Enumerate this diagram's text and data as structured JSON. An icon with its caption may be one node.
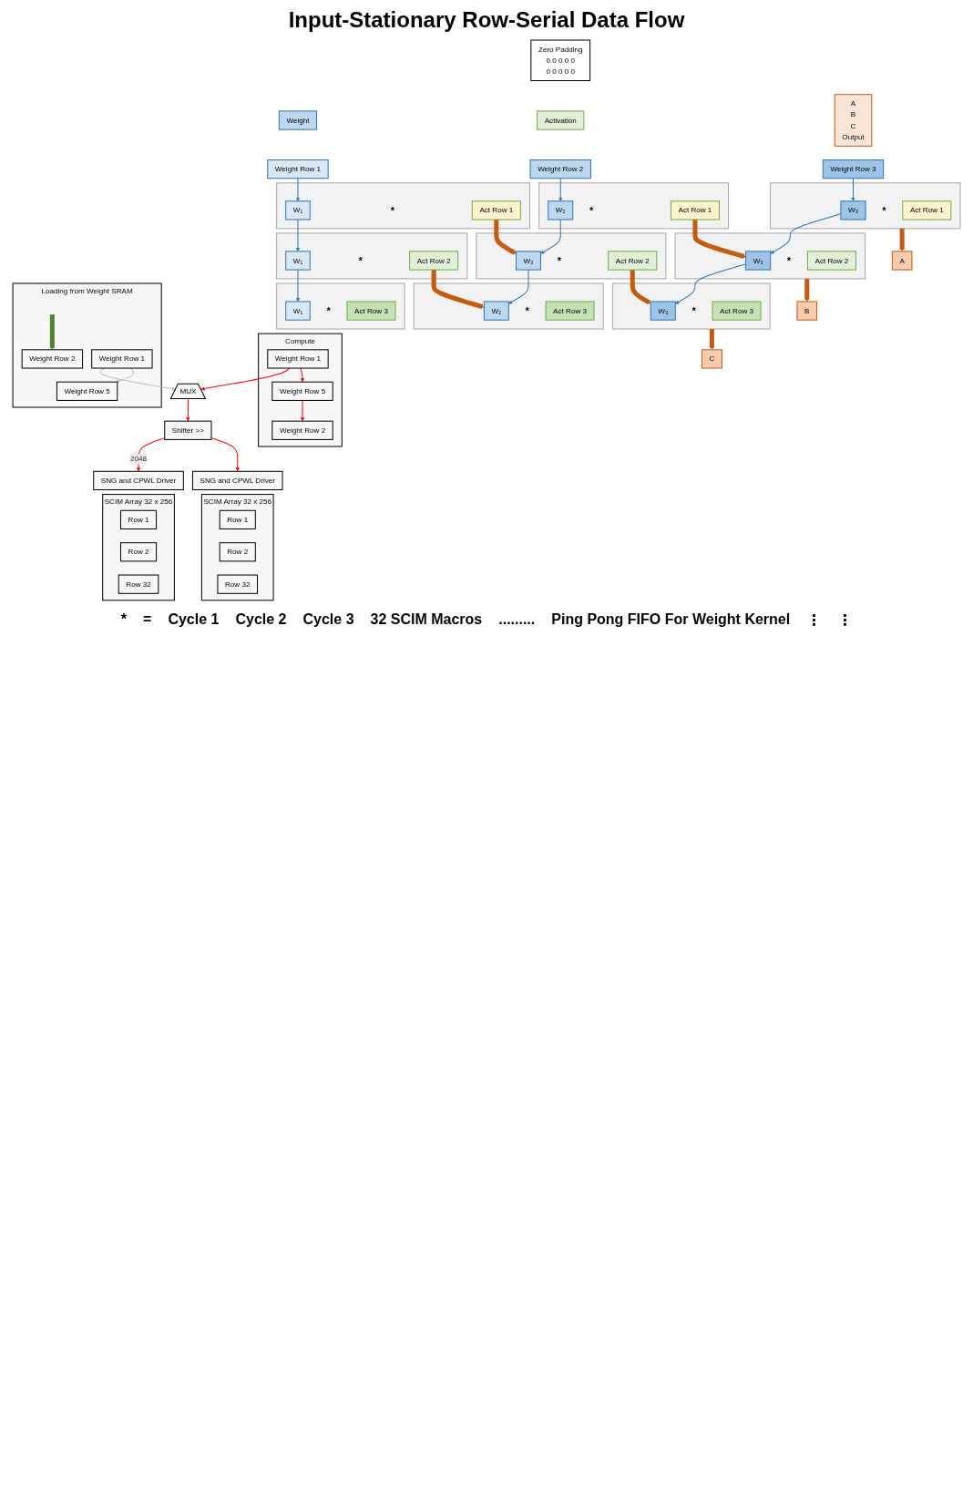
{
  "diagram": {
    "title": "Input-Stationary Row-Serial Data Flow",
    "nodes": [
      {
        "text": [
          "Weight"
        ]
      },
      {
        "text": [
          "Zero Padding",
          "0 0 0 0 0",
          "0 0 0 0 0"
        ]
      },
      {
        "text": [
          "Activation"
        ]
      },
      {
        "text": [
          "A",
          "B",
          "C",
          "Output"
        ]
      },
      {
        "text": [
          "Weight Row 1"
        ]
      },
      {
        "text": [
          "Weight Row 2"
        ]
      },
      {
        "text": [
          "Weight Row 3"
        ]
      },
      {
        "text": [],
        "shape": "box"
      },
      {
        "text": [
          "W₁"
        ],
        "in": 7
      },
      {
        "text": [
          "*"
        ],
        "in": 7
      },
      {
        "text": [
          "Act Row 1"
        ],
        "in": 7
      },
      {
        "text": [],
        "shape": "box"
      },
      {
        "text": [
          "W₂"
        ],
        "in": 11
      },
      {
        "text": [
          "*"
        ],
        "in": 11
      },
      {
        "text": [
          "Act Row 1"
        ],
        "in": 11
      },
      {
        "text": [],
        "shape": "box"
      },
      {
        "text": [
          "W₃"
        ],
        "in": 15
      },
      {
        "text": [
          "*"
        ],
        "in": 15
      },
      {
        "text": [
          "Act Row 1"
        ],
        "in": 15
      },
      {
        "text": [
          "A"
        ]
      },
      {
        "text": [],
        "shape": "box"
      },
      {
        "text": [
          "W₁"
        ],
        "in": 20
      },
      {
        "text": [
          "*"
        ],
        "in": 20
      },
      {
        "text": [
          "Act Row 2"
        ],
        "in": 20
      },
      {
        "text": [],
        "shape": "box"
      },
      {
        "text": [
          "W₂"
        ],
        "in": 24
      },
      {
        "text": [
          "*"
        ],
        "in": 24
      },
      {
        "text": [
          "Act Row 2"
        ],
        "in": 24
      },
      {
        "text": [],
        "shape": "box"
      },
      {
        "text": [
          "W₃"
        ],
        "in": 28
      },
      {
        "text": [
          "*"
        ],
        "in": 28
      },
      {
        "text": [
          "Act Row 2"
        ],
        "in": 28
      },
      {
        "text": [
          "B"
        ]
      },
      {
        "text": [],
        "shape": "box"
      },
      {
        "text": [
          "W₁"
        ],
        "in": 33
      },
      {
        "text": [
          "*"
        ],
        "in": 33
      },
      {
        "text": [
          "Act Row 3"
        ],
        "in": 33
      },
      {
        "text": [],
        "shape": "box"
      },
      {
        "text": [
          "W₂"
        ],
        "in": 37
      },
      {
        "text": [
          "*"
        ],
        "in": 37
      },
      {
        "text": [
          "Act Row 3"
        ],
        "in": 37
      },
      {
        "text": [],
        "shape": "box"
      },
      {
        "text": [
          "W₃"
        ],
        "in": 41
      },
      {
        "text": [
          "*"
        ],
        "in": 41
      },
      {
        "text": [
          "Act Row 3"
        ],
        "in": 41
      },
      {
        "text": [
          "C"
        ]
      },
      {
        "text": [
          "SCIM Array 32 x 256"
        ]
      },
      {
        "text": [
          "Row 1"
        ],
        "in": 46
      },
      {
        "text": [
          "Row 2"
        ],
        "in": 46
      },
      {
        "text": [
          "Row 32"
        ],
        "in": 46
      },
      {
        "text": [
          "SCIM Array 32 x 256"
        ]
      },
      {
        "text": [
          "Row 1"
        ],
        "in": 50
      },
      {
        "text": [
          "Row 2"
        ],
        "in": 50
      },
      {
        "text": [
          "Row 32"
        ],
        "in": 50
      },
      {
        "text": [
          "SNG and CPWL Driver"
        ]
      },
      {
        "text": [
          "SNG and CPWL Driver"
        ]
      },
      {
        "text": [
          "Shifter >>"
        ]
      },
      {
        "text": [
          "MUX"
        ]
      },
      {
        "text": [
          "Compute"
        ]
      },
      {
        "text": [
          "Weight Row 1"
        ],
        "in": 58
      },
      {
        "text": [
          "Weight Row 2"
        ],
        "in": 58
      },
      {
        "text": [
          "Weight Row 5"
        ],
        "in": 58
      },
      {
        "text": [
          "Loading from Weight SRAM"
        ]
      },
      {
        "text": [
          "Weight Row 1"
        ],
        "in": 62
      },
      {
        "text": [
          "Weight Row 2"
        ],
        "in": 62
      },
      {
        "text": [
          "Weight Row 5"
        ],
        "in": 62
      }
    ],
    "edges": [
      {
        "from": 4,
        "to": 8,
        "arrow": "to",
        "color": "#2e75b6"
      },
      {
        "from": 5,
        "to": 12,
        "arrow": "to",
        "color": "#2e75b6"
      },
      {
        "from": 6,
        "to": 16,
        "arrow": "to",
        "color": "#2e75b6"
      },
      {
        "from": 8,
        "to": 21,
        "arrow": "to",
        "color": "#2e75b6"
      },
      {
        "from": 21,
        "to": 34,
        "arrow": "to",
        "color": "#2e75b6"
      },
      {
        "from": 12,
        "to": 25,
        "arrow": "to",
        "color": "#2e75b6"
      },
      {
        "from": 25,
        "to": 38,
        "arrow": "to",
        "color": "#2e75b6"
      },
      {
        "from": 16,
        "to": 29,
        "arrow": "to",
        "color": "#2e75b6"
      },
      {
        "from": 29,
        "to": 42,
        "arrow": "to",
        "color": "#2e75b6"
      },
      {
        "from": 10,
        "to": 25,
        "arrow": "to",
        "style": "thick",
        "color": "#c55a11"
      },
      {
        "from": 14,
        "to": 29,
        "arrow": "to",
        "style": "thick",
        "color": "#c55a11"
      },
      {
        "from": 23,
        "to": 38,
        "arrow": "to",
        "style": "thick",
        "color": "#c55a11"
      },
      {
        "from": 27,
        "to": 42,
        "arrow": "to",
        "style": "thick",
        "color": "#c55a11"
      },
      {
        "from": 15,
        "to": 19,
        "arrow": "to",
        "style": "thick",
        "color": "#c55a11"
      },
      {
        "from": 28,
        "to": 32,
        "arrow": "to",
        "style": "thick",
        "color": "#c55a11"
      },
      {
        "from": 41,
        "to": 45,
        "arrow": "to",
        "style": "thick",
        "color": "#c55a11"
      },
      {
        "from": 56,
        "to": 54,
        "arrow": "to",
        "label": "2048",
        "color": "#ff0000"
      },
      {
        "from": 56,
        "to": 55,
        "arrow": "to",
        "color": "#ff0000"
      },
      {
        "from": 57,
        "to": 56,
        "arrow": "to",
        "color": "#ff0000"
      },
      {
        "from": 59,
        "to": 57,
        "arrow": "to",
        "color": "#ff0000"
      },
      {
        "from": 59,
        "to": 61,
        "arrow": "to",
        "color": "#ff0000"
      },
      {
        "from": 61,
        "to": 60,
        "arrow": "to",
        "color": "#ff0000"
      },
      {
        "from": 63,
        "to": 57,
        "arrow": "to",
        "color": "#bfbfbf"
      },
      {
        "from": 63,
        "to": 65,
        "arrow": "to",
        "color": "#bfbfbf"
      },
      {
        "from": null,
        "to": 64,
        "arrow": "to",
        "style": "thick",
        "color": "#548235"
      }
    ],
    "labels": [
      "*",
      "=",
      "Cycle 1",
      "Cycle 2",
      "Cycle 3",
      "32 SCIM Macros",
      ".........",
      "Ping Pong FIFO For Weight Kernel",
      "⋮",
      "⋮"
    ]
  }
}
